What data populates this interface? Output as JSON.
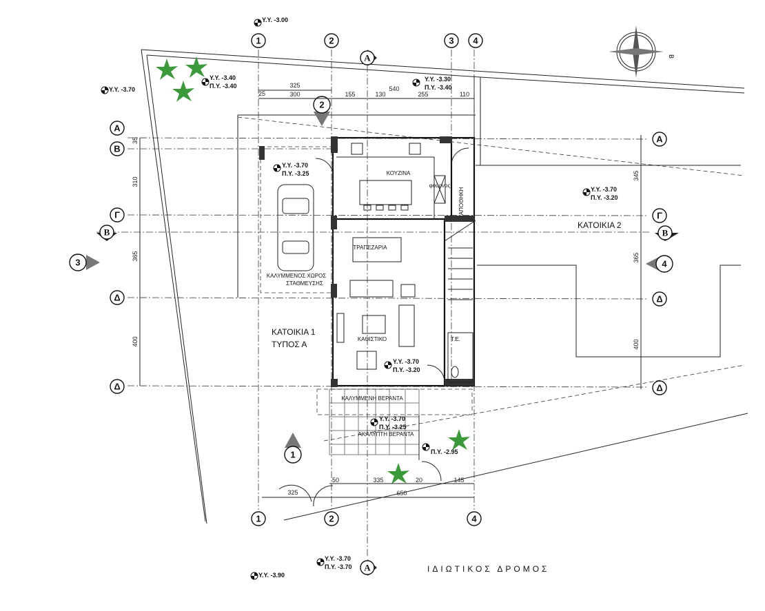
{
  "grid": {
    "vertical": [
      "1",
      "2",
      "3",
      "4"
    ],
    "horizontal": [
      "Α",
      "Β",
      "Γ",
      "Δ",
      "Δ"
    ],
    "sections": [
      "Α",
      "Β"
    ],
    "views": [
      "1",
      "2",
      "3",
      "4"
    ]
  },
  "rooms": {
    "kitchen": "ΚΟΥΖΙΝΑ",
    "oven": "φούρνος",
    "storage": "ΑΠΟΘΗΚΗ",
    "dining": "ΤΡΑΠΕΖΑΡΙΑ",
    "living": "ΚΑΘΙΣΤΙΚΟ",
    "wc": "Τ.Ε.",
    "parking_1": "ΚΑΛΥΜΜΕΝΟΣ ΧΩΡΟΣ",
    "parking_2": "ΣΤΑΘΜΕΥΣΗΣ",
    "covered_veranda": "ΚΑΛΥΜΜΕΝΗ ΒΕΡΑΝΤΑ",
    "open_veranda": "ΑΚΑΛΥΠΤΗ ΒΕΡΑΝΤΑ"
  },
  "labels": {
    "house1_line1": "ΚΑΤΟΙΚΙΑ 1",
    "house1_line2": "ΤΥΠΟΣ Α",
    "house2": "ΚΑΤΟΙΚΙΑ 2",
    "road": "ΙΔΙΩΤΙΚΟΣ ΔΡΟΜΟΣ",
    "north": "Β"
  },
  "levels": [
    {
      "lines": [
        "Υ.Υ. -3.00"
      ]
    },
    {
      "lines": [
        "Υ.Υ. -3.40",
        "Π.Υ. -3.40"
      ]
    },
    {
      "lines": [
        "Υ.Υ. -3.70"
      ]
    },
    {
      "lines": [
        "Υ.Υ. -3.30",
        "Π.Υ. -3.40"
      ]
    },
    {
      "lines": [
        "Υ.Υ. -3.70",
        "Π.Υ. -3.25"
      ]
    },
    {
      "lines": [
        "Υ.Υ. -3.70",
        "Π.Υ. -3.20"
      ]
    },
    {
      "lines": [
        "Υ.Υ. -3.70",
        "Π.Υ. -3.20"
      ]
    },
    {
      "lines": [
        "Υ.Υ. -3.70",
        "Π.Υ. -3.25"
      ]
    },
    {
      "lines": [
        "Π.Υ. -2.95"
      ]
    },
    {
      "lines": [
        "Υ.Υ. -3.70",
        "Π.Υ. -3.70"
      ]
    },
    {
      "lines": [
        "Υ.Υ. -3.90"
      ]
    }
  ],
  "dimensions": {
    "top": [
      "325",
      "25",
      "300",
      "155",
      "130",
      "540",
      "255",
      "110"
    ],
    "left": [
      "35",
      "310",
      "365",
      "400"
    ],
    "right": [
      "345",
      "365",
      "400"
    ],
    "bottom": [
      "325",
      "50",
      "335",
      "20",
      "145",
      "650"
    ]
  }
}
